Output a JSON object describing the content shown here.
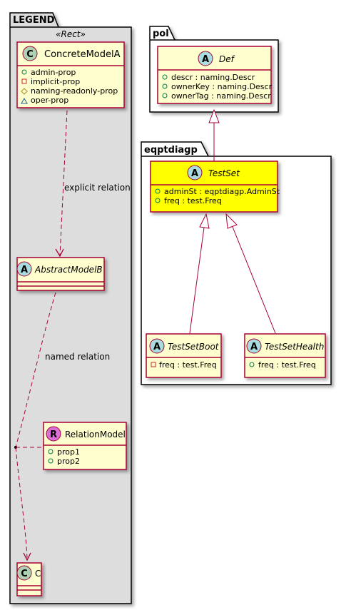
{
  "packages": {
    "legend": {
      "title": "LEGEND",
      "stereotype": "«Rect»",
      "classes": {
        "concrete_model_a": {
          "kind": "C",
          "name": "ConcreteModelA",
          "props": [
            {
              "visibility": "public",
              "text": "admin-prop"
            },
            {
              "visibility": "private",
              "text": "implicit-prop"
            },
            {
              "visibility": "protected",
              "text": "naming-readonly-prop"
            },
            {
              "visibility": "package",
              "text": "oper-prop"
            }
          ]
        },
        "abstract_model_b": {
          "kind": "A",
          "name": "AbstractModelB"
        },
        "relation_model": {
          "kind": "R",
          "name": "RelationModel",
          "props": [
            {
              "visibility": "public",
              "text": "prop1"
            },
            {
              "visibility": "public",
              "text": "prop2"
            }
          ]
        },
        "c": {
          "kind": "C",
          "name": "C"
        }
      },
      "relations": {
        "explicit": "explicit relation",
        "named": "named relation"
      }
    },
    "pol": {
      "title": "pol",
      "classes": {
        "def": {
          "kind": "A",
          "name": "Def",
          "props": [
            {
              "visibility": "public",
              "text": "descr : naming.Descr"
            },
            {
              "visibility": "public",
              "text": "ownerKey : naming.Descr"
            },
            {
              "visibility": "public",
              "text": "ownerTag : naming.Descr"
            }
          ]
        }
      }
    },
    "eqptdiagp": {
      "title": "eqptdiagp",
      "classes": {
        "test_set": {
          "kind": "A",
          "name": "TestSet",
          "props": [
            {
              "visibility": "public",
              "text": "adminSt : eqptdiagp.AdminSt"
            },
            {
              "visibility": "public",
              "text": "freq : test.Freq"
            }
          ]
        },
        "test_set_boot": {
          "kind": "A",
          "name": "TestSetBoot",
          "props": [
            {
              "visibility": "private",
              "text": "freq : test.Freq"
            }
          ]
        },
        "test_set_health": {
          "kind": "A",
          "name": "TestSetHealth",
          "props": [
            {
              "visibility": "public",
              "text": "freq : test.Freq"
            }
          ]
        }
      }
    }
  },
  "colors": {
    "class_fill": "#FEFECE",
    "class_border": "#A80036",
    "highlight_fill": "#FFFF00",
    "legend_fill": "#DDDDDD",
    "circle_c": "#ADD1B2",
    "circle_a": "#A9DCDF",
    "circle_r": "#DA70D6",
    "relation": "#A80036"
  }
}
